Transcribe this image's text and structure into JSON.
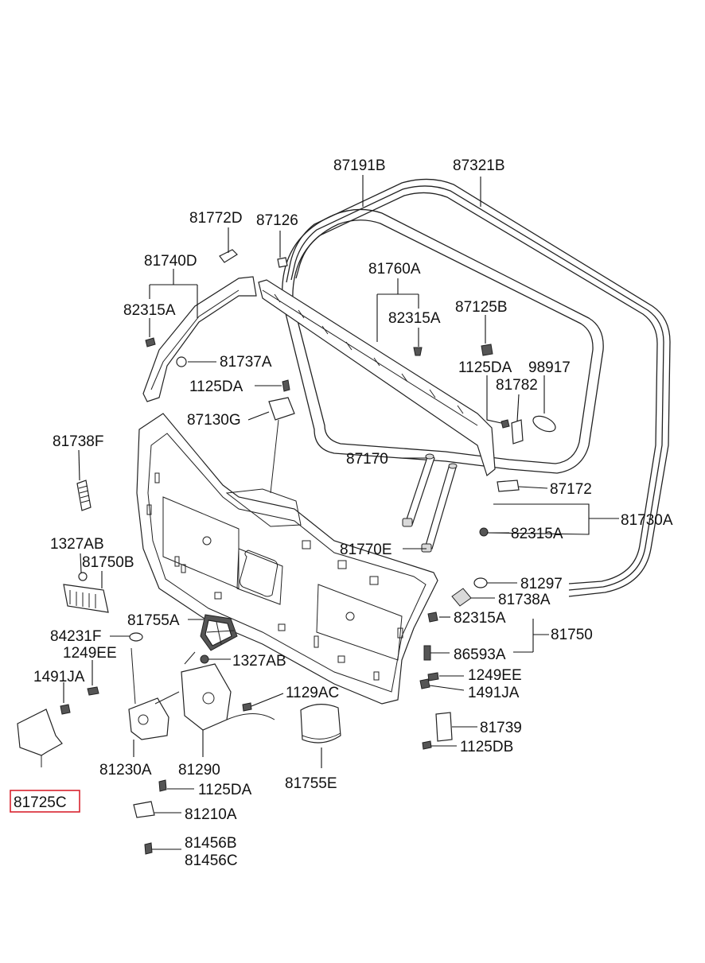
{
  "highlight_color": "#d9232e",
  "labels": {
    "p87191B": "87191B",
    "p87321B": "87321B",
    "p81772D": "81772D",
    "p87126": "87126",
    "p81740D": "81740D",
    "p81760A": "81760A",
    "p82315A_a": "82315A",
    "p82315A_b": "82315A",
    "p87125B": "87125B",
    "p81737A": "81737A",
    "p1125DA_a": "1125DA",
    "p1125DA_b": "1125DA",
    "p98917": "98917",
    "p81782": "81782",
    "p87130G": "87130G",
    "p81738F": "81738F",
    "p87170": "87170",
    "p87172": "87172",
    "p81730A": "81730A",
    "p82315A_c": "82315A",
    "p1327AB_a": "1327AB",
    "p81750B": "81750B",
    "p81770E": "81770E",
    "p81297": "81297",
    "p81738A": "81738A",
    "p81755A": "81755A",
    "p82315A_d": "82315A",
    "p84231F": "84231F",
    "p81750": "81750",
    "p1249EE_a": "1249EE",
    "p1327AB_b": "1327AB",
    "p86593A": "86593A",
    "p1491JA_a": "1491JA",
    "p1249EE_b": "1249EE",
    "p1129AC": "1129AC",
    "p1491JA_b": "1491JA",
    "p81739": "81739",
    "p1125DB": "1125DB",
    "p81230A": "81230A",
    "p81290": "81290",
    "p81755E": "81755E",
    "p1125DA_c": "1125DA",
    "p81725C": "81725C",
    "p81210A": "81210A",
    "p81456B": "81456B",
    "p81456C": "81456C"
  }
}
